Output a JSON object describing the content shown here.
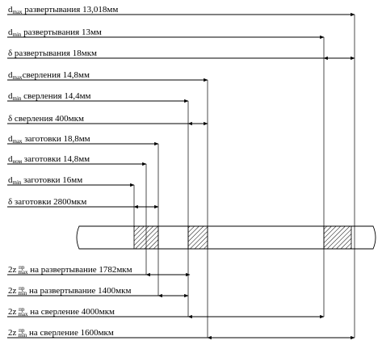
{
  "labels": {
    "r_dmax": {
      "prefix": "d",
      "sub": "max",
      "text": " развертывания 13,018мм"
    },
    "r_dmin": {
      "prefix": "d",
      "sub": "min",
      "text": " развертывания 13мм"
    },
    "r_delta": {
      "prefix": "",
      "sub": "",
      "text": "δ развертывания 18мкм"
    },
    "s_dmax": {
      "prefix": "d",
      "sub": "max",
      "text": "сверления 14,8мм"
    },
    "s_dmin": {
      "prefix": "d",
      "sub": "min",
      "text": " сверления 14,4мм"
    },
    "s_delta": {
      "prefix": "",
      "sub": "",
      "text": "δ сверления 400мкм"
    },
    "z_dmax": {
      "prefix": "d",
      "sub": "max",
      "text": " заготовки 18,8мм"
    },
    "z_dnom": {
      "prefix": "d",
      "sub": "ном",
      "text": " заготовки 14,8мм"
    },
    "z_dmin": {
      "prefix": "d",
      "sub": "min",
      "text": " заготовки 16мм"
    },
    "z_delta": {
      "prefix": "",
      "sub": "",
      "text": "δ заготовки 2800мкм"
    }
  },
  "allowances": [
    {
      "prefix": "2z ",
      "sup": "пр",
      "sub": "max",
      "text": " на развертывание 1782мкм"
    },
    {
      "prefix": "2z ",
      "sup": "пр",
      "sub": "min",
      "text": " на развертывание 1400мкм"
    },
    {
      "prefix": "2z ",
      "sup": "пр",
      "sub": "max",
      "text": " на сверление 4000мкм"
    },
    {
      "prefix": "2z ",
      "sup": "пр",
      "sub": "min",
      "text": " на сверление 1600мкм"
    }
  ],
  "colors": {
    "ink": "#000000",
    "background": "#ffffff"
  }
}
